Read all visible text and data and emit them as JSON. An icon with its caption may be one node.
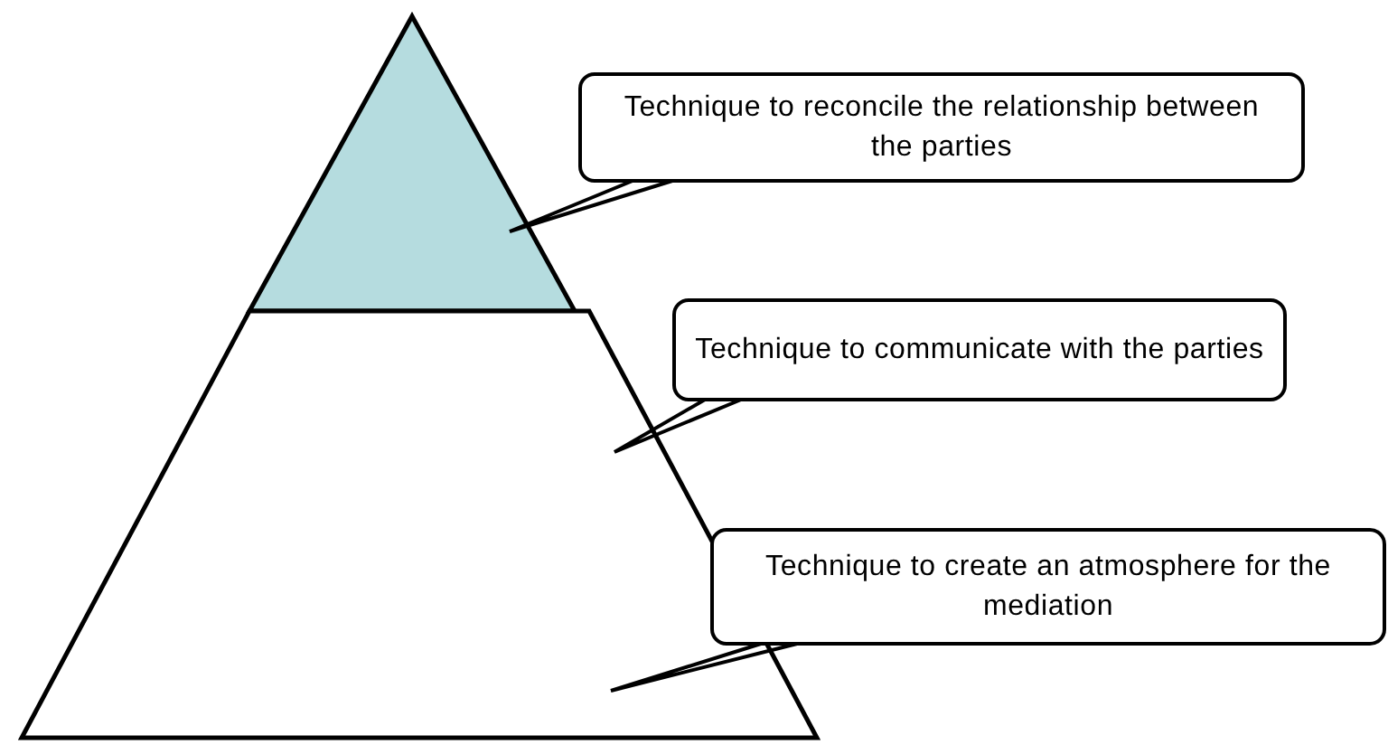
{
  "diagram": {
    "nodes": [
      {
        "text": [],
        "shape": "triangle"
      },
      {
        "text": [],
        "shape": "trapezoid"
      },
      {
        "text": [
          "Technique to reconcile the relationship between the parties"
        ]
      },
      {
        "text": [
          "Technique to communicate with the parties"
        ]
      },
      {
        "text": [
          "Technique to create an atmosphere for the mediation"
        ]
      }
    ],
    "edges": [
      {
        "from": 2,
        "to": 0,
        "arrow": "none"
      },
      {
        "from": 3,
        "to": 1,
        "arrow": "none"
      },
      {
        "from": 4,
        "to": 1,
        "arrow": "none"
      }
    ]
  }
}
